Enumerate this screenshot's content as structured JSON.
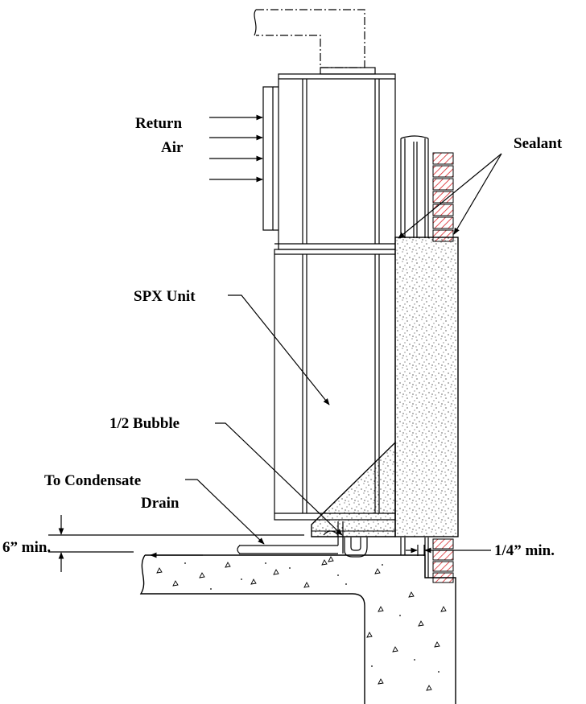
{
  "labels": {
    "return_air_line1": "Return",
    "return_air_line2": "Air",
    "sealant": "Sealant",
    "spx_unit": "SPX Unit",
    "half_bubble": "1/2  Bubble",
    "condensate_line1": "To Condensate",
    "condensate_line2": "Drain",
    "six_min": "6” min.",
    "quarter_min": "1/4” min."
  },
  "colors": {
    "line": "#000000",
    "brick_fill": "#ffffff",
    "brick_hatch": "#d9252a",
    "pad_stipple": "#000000"
  }
}
